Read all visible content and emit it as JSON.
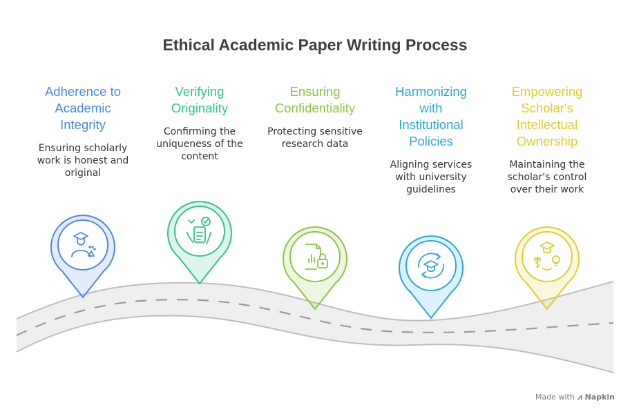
{
  "title": "Ethical Academic Paper Writing Process",
  "steps": [
    {
      "title_lines": [
        "Adherence to",
        "Academic",
        "Integrity"
      ],
      "desc_lines": [
        "Ensuring scholarly",
        "work is honest and",
        "original"
      ],
      "color": "#4f86e8",
      "icon": "graduate-icon"
    },
    {
      "title_lines": [
        "Verifying",
        "Originality"
      ],
      "desc_lines": [
        "Confirming the",
        "uniqueness of the",
        "content"
      ],
      "color": "#33c28a",
      "icon": "document-check-icon"
    },
    {
      "title_lines": [
        "Ensuring",
        "Confidentiality"
      ],
      "desc_lines": [
        "Protecting sensitive",
        "research data"
      ],
      "color": "#8cc63f",
      "icon": "locked-data-icon"
    },
    {
      "title_lines": [
        "Harmonizing",
        "with",
        "Institutional",
        "Policies"
      ],
      "desc_lines": [
        "Aligning services",
        "with university",
        "guidelines"
      ],
      "color": "#27a9d8",
      "icon": "graduation-cycle-icon"
    },
    {
      "title_lines": [
        "Empowering",
        "Scholar's",
        "Intellectual",
        "Ownership"
      ],
      "desc_lines": [
        "Maintaining the",
        "scholar's control",
        "over their work"
      ],
      "color": "#e0cc2a",
      "icon": "scholar-ideas-icon"
    }
  ],
  "footer": {
    "prefix": "Made with",
    "brand": "Napkin",
    "logo_icon": "napkin-logo-icon"
  }
}
